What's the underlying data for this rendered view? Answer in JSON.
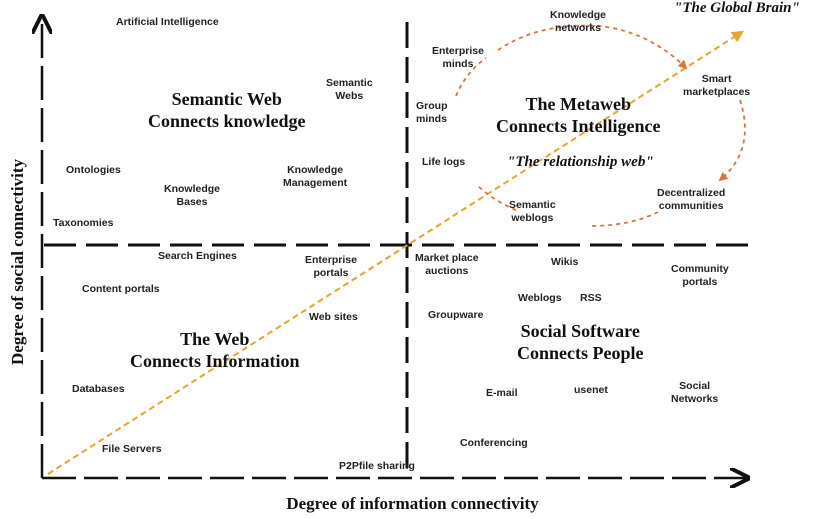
{
  "axes": {
    "x_label": "Degree of information connectivity",
    "y_label": "Degree of social connectivity"
  },
  "quadrants": {
    "semantic_web": "Semantic Web\nConnects knowledge",
    "metaweb": "The Metaweb\nConnects Intelligence",
    "the_web": "The Web\nConnects Information",
    "social_software": "Social Software\nConnects People"
  },
  "annotations": {
    "global_brain": "\"The Global Brain\"",
    "relationship_web": "\"The relationship web\""
  },
  "terms": {
    "artificial_intelligence": "Artificial Intelligence",
    "semantic_webs": "Semantic\nWebs",
    "ontologies": "Ontologies",
    "knowledge_bases": "Knowledge\nBases",
    "knowledge_management": "Knowledge\nManagement",
    "taxonomies": "Taxonomies",
    "enterprise_minds": "Enterprise\nminds",
    "knowledge_networks": "Knowledge\nnetworks",
    "smart_marketplaces": "Smart\nmarketplaces",
    "group_minds": "Group\nminds",
    "life_logs": "Life logs",
    "semantic_weblogs": "Semantic\nweblogs",
    "decentralized_communities": "Decentralized\ncommunities",
    "search_engines": "Search Engines",
    "enterprise_portals": "Enterprise\nportals",
    "content_portals": "Content portals",
    "web_sites": "Web sites",
    "databases": "Databases",
    "file_servers": "File Servers",
    "p2p_file_sharing": "P2Pfile sharing",
    "market_place_auctions": "Market place\nauctions",
    "wikis": "Wikis",
    "community_portals": "Community\nportals",
    "weblogs": "Weblogs",
    "rss": "RSS",
    "groupware": "Groupware",
    "email": "E-mail",
    "usenet": "usenet",
    "social_networks": "Social\nNetworks",
    "conferencing": "Conferencing"
  },
  "colors": {
    "ink": "#111111",
    "arrow_dashed": "#e8a628",
    "cycle_dashed": "#e0733a"
  }
}
